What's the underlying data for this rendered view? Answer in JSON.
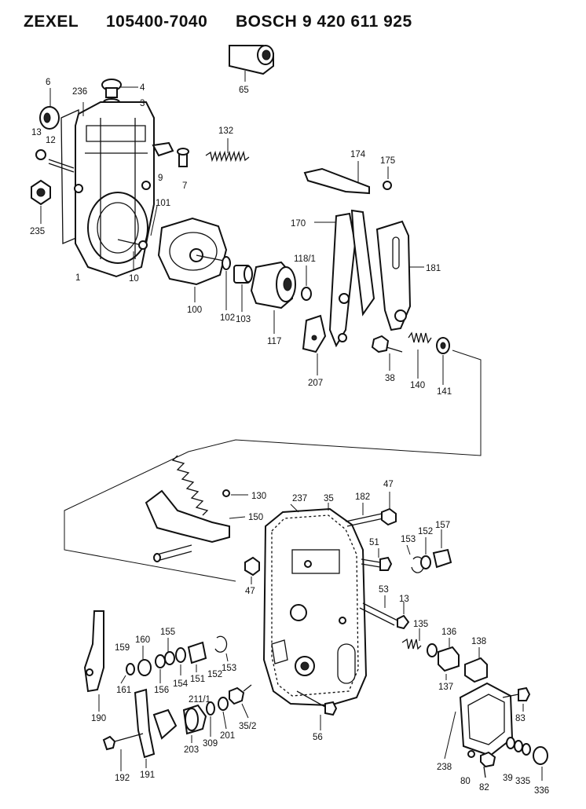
{
  "header": {
    "brand_left": "ZEXEL",
    "part_left": "105400-7040",
    "brand_right": "BOSCH",
    "part_right": "9 420 611 925"
  },
  "labels": {
    "l65": "65",
    "l6": "6",
    "l236": "236",
    "l4": "4",
    "l3": "3",
    "l132": "132",
    "l13a": "13",
    "l12": "12",
    "l9": "9",
    "l7": "7",
    "l174": "174",
    "l175": "175",
    "l235": "235",
    "l101": "101",
    "l170": "170",
    "l1": "1",
    "l10": "10",
    "l118_1": "118/1",
    "l181": "181",
    "l100": "100",
    "l102": "102",
    "l103": "103",
    "l117": "117",
    "l207": "207",
    "l38": "38",
    "l140": "140",
    "l141": "141",
    "l130": "130",
    "l237": "237",
    "l35": "35",
    "l182": "182",
    "l47a": "47",
    "l150": "150",
    "l157": "157",
    "l152": "152",
    "l51": "51",
    "l153a": "153",
    "l47b": "47",
    "l53": "53",
    "l13b": "13",
    "l135": "135",
    "l136": "136",
    "l138": "138",
    "l159": "159",
    "l160": "160",
    "l155": "155",
    "l161": "161",
    "l156": "156",
    "l154": "154",
    "l151": "151",
    "l152b": "152",
    "l153b": "153",
    "l137": "137",
    "l211_1": "211/1",
    "l190": "190",
    "l83": "83",
    "l203": "203",
    "l309": "309",
    "l201": "201",
    "l35_2": "35/2",
    "l56": "56",
    "l238": "238",
    "l192": "192",
    "l191": "191",
    "l80": "80",
    "l82": "82",
    "l39": "39",
    "l335": "335",
    "l336": "336"
  }
}
